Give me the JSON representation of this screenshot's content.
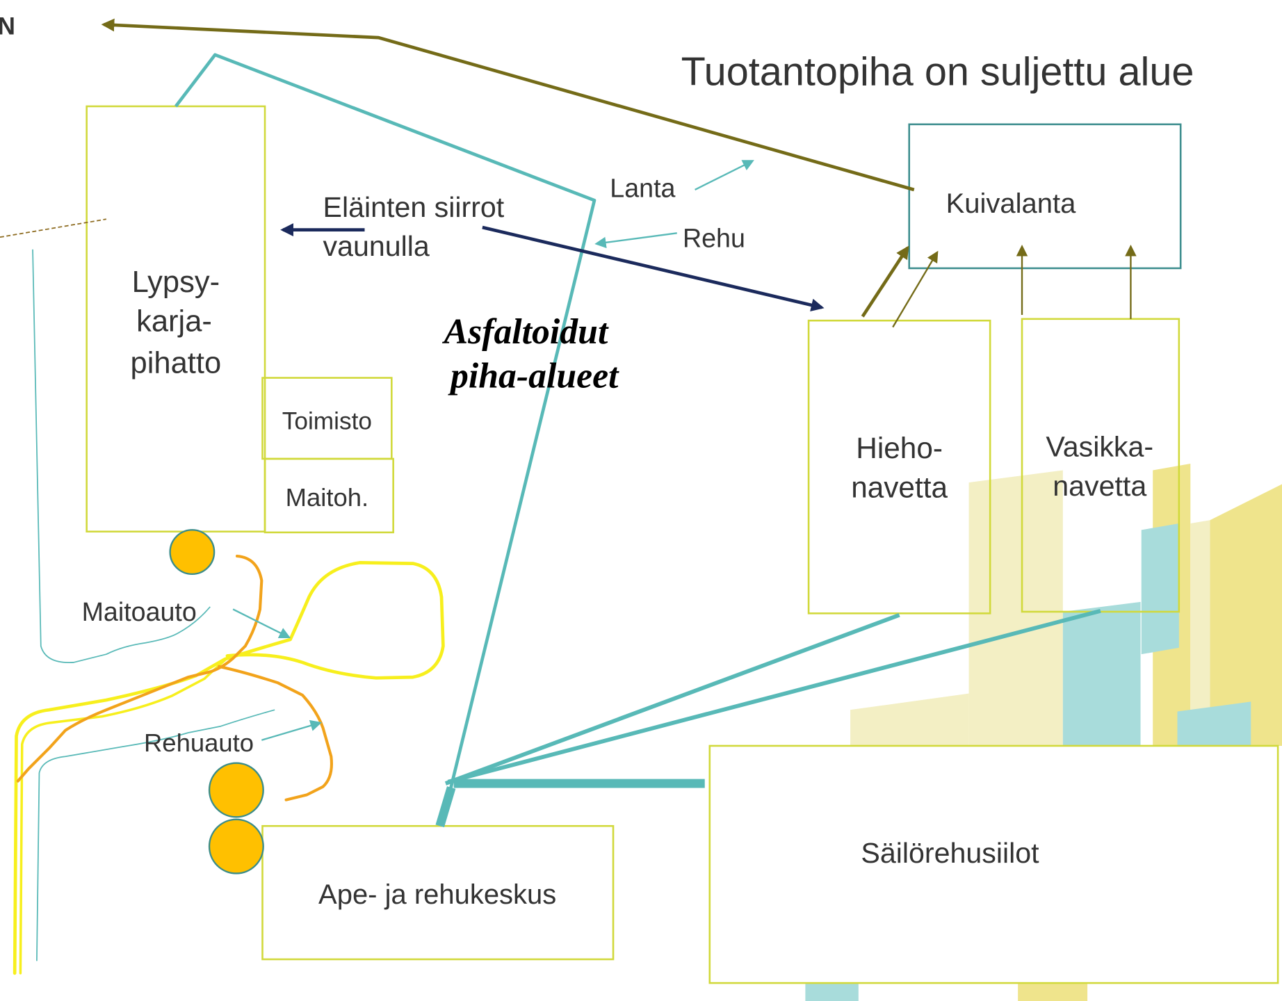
{
  "north_label": "N",
  "title": "Tuotantopiha on suljettu alue",
  "buildings": {
    "lypsykarjapihatto": [
      "Lypsy-",
      "karja-",
      "pihatto"
    ],
    "toimisto": "Toimisto",
    "maitohuone": "Maitoh.",
    "kuivalanta": "Kuivalanta",
    "hiehonavetta": [
      "Hieho-",
      "navetta"
    ],
    "vasikkanavetta": [
      "Vasikka-",
      "navetta"
    ],
    "ape_rehukeskus": "Ape- ja rehukeskus",
    "sailorehusiilot": "Säilörehusiilot"
  },
  "labels": {
    "lanta": "Lanta",
    "rehu": "Rehu",
    "elainten_siirrot": [
      "Eläinten siirrot",
      "vaunulla"
    ],
    "asfaltoidut": [
      "Asfaltoidut",
      "piha-alueet"
    ],
    "maitoauto": "Maitoauto",
    "rehuauto": "Rehuauto"
  },
  "colors": {
    "text": "#333333",
    "box_outline": "#d1d93b",
    "teal_box_outline": "#3e8e8f",
    "teal": "#58b9b7",
    "olive": "#746b18",
    "navy": "#1b2a5c",
    "yellow": "#f7ef1d",
    "orange": "#f2a31b",
    "dashed": "#8c6a1e",
    "circle_fill": "#ffc000",
    "circle_stroke": "#3a8c8a",
    "decor_yellow": "#f3efc4",
    "decor_teal": "#a8dcdb",
    "decor_gold": "#efe48c"
  }
}
